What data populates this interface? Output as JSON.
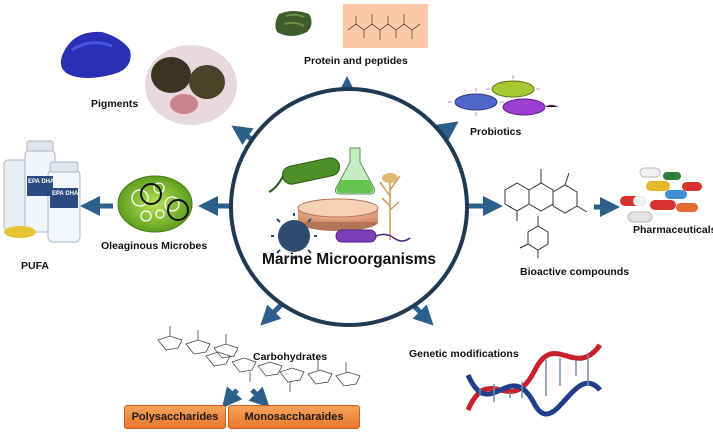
{
  "center": {
    "title": "Marine Microorganisms"
  },
  "nodes": {
    "protein": "Protein and peptides",
    "pigments": "Pigments",
    "probiotics": "Probiotics",
    "oleaginous": "Oleaginous Microbes",
    "pufa": "PUFA",
    "bioactive": "Bioactive compounds",
    "pharmaceuticals": "Pharmaceuticals",
    "carbohydrates": "Carbohydrates",
    "genetic": "Genetic modifications",
    "polysaccharides": "Polysaccharides",
    "monosaccharaides": "Monosaccharaides"
  },
  "bottle_labels": [
    "EPA DHA",
    "EPA DHA"
  ],
  "colors": {
    "arrow": "#2c5f8a",
    "circle_border": "#1f3b54",
    "button_fill": "#ef8a3c",
    "pigment_blue": "#2a2fb4",
    "dna_red": "#c8202c",
    "dna_blue": "#1f3f8c"
  }
}
